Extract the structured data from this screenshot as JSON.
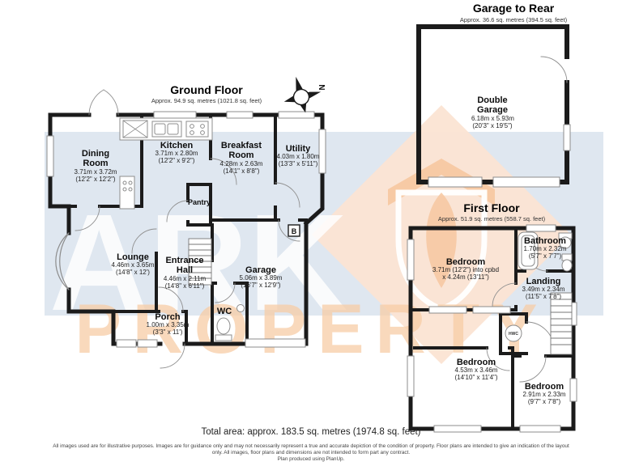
{
  "watermark": {
    "brand": "ARK",
    "brand_word": "PROPERTY"
  },
  "compass": {
    "north": "N"
  },
  "ground": {
    "title": "Ground Floor",
    "subtitle": "Approx. 94.9 sq. metres (1021.8 sq. feet)",
    "boiler_label": "B",
    "rooms": [
      {
        "name": "Dining Room",
        "dims_m": "3.71m x 3.72m",
        "dims_ft": "(12'2\" x 12'2\")"
      },
      {
        "name": "Kitchen",
        "dims_m": "3.71m x 2.80m",
        "dims_ft": "(12'2\" x 9'2\")"
      },
      {
        "name": "Breakfast Room",
        "dims_m": "4.28m x 2.63m",
        "dims_ft": "(14'1\" x 8'8\")"
      },
      {
        "name": "Utility",
        "dims_m": "4.03m x 1.80m",
        "dims_ft": "(13'3\" x 5'11\")"
      },
      {
        "name": "Pantry"
      },
      {
        "name": "Lounge",
        "dims_m": "4.46m x 3.65m",
        "dims_ft": "(14'8\" x 12')"
      },
      {
        "name": "Entrance Hall",
        "dims_m": "4.46m x 2.11m",
        "dims_ft": "(14'8\" x 6'11\")"
      },
      {
        "name": "Garage",
        "dims_m": "5.06m x 3.89m",
        "dims_ft": "(16'7\" x 12'9\")"
      },
      {
        "name": "Porch",
        "dims_m": "1.00m x 3.35m",
        "dims_ft": "(3'3\" x 11')"
      },
      {
        "name": "WC"
      }
    ]
  },
  "first": {
    "title": "First Floor",
    "subtitle": "Approx. 51.9 sq. metres (558.7 sq. feet)",
    "hwc_label": "HWC",
    "rooms": [
      {
        "name": "Bedroom",
        "dims_m": "3.71m (12'2\") into cpbd",
        "dims_ft": "x 4.24m (13'11\")"
      },
      {
        "name": "Bathroom",
        "dims_m": "1.70m x 2.32m",
        "dims_ft": "(5'7\" x 7'7\")"
      },
      {
        "name": "Landing",
        "dims_m": "3.49m x 2.34m",
        "dims_ft": "(11'5\" x 7'8\")"
      },
      {
        "name": "Bedroom",
        "dims_m": "4.53m x 3.46m",
        "dims_ft": "(14'10\" x 11'4\")"
      },
      {
        "name": "Bedroom",
        "dims_m": "2.91m x 2.33m",
        "dims_ft": "(9'7\" x 7'8\")"
      }
    ]
  },
  "rear_garage": {
    "title": "Garage to Rear",
    "subtitle": "Approx. 36.6 sq. metres (394.5 sq. feet)",
    "rooms": [
      {
        "name": "Double Garage",
        "dims_m": "6.18m x 5.93m",
        "dims_ft": "(20'3\" x 19'5\")"
      }
    ]
  },
  "footer": {
    "total": "Total area: approx. 183.5 sq. metres (1974.8 sq. feet)",
    "disclaimer": "All images used are for illustrative purposes. Images are for guidance only and may not necessarily represent a true and accurate depiction of the condition of property. Floor plans are intended to give an indication of the layout only. All images, floor plans and dimensions are not intended to form part any contract.",
    "credit": "Plan produced using PlanUp."
  }
}
